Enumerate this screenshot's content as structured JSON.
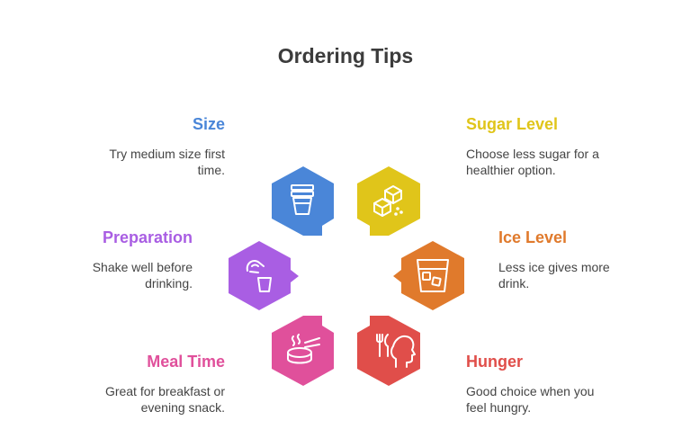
{
  "title": "Ordering Tips",
  "tips": [
    {
      "heading": "Size",
      "line1": "Try medium size first",
      "line2": "time.",
      "color": "#4a86d8",
      "icon": "cups-stack-icon"
    },
    {
      "heading": "Sugar Level",
      "line1": "Choose less sugar for a",
      "line2": "healthier option.",
      "color": "#e0c51a",
      "icon": "sugar-cubes-icon"
    },
    {
      "heading": "Preparation",
      "line1": "Shake well before",
      "line2": "drinking.",
      "color": "#a95ee3",
      "icon": "shaking-hand-cup-icon"
    },
    {
      "heading": "Ice Level",
      "line1": "Less ice gives more",
      "line2": "drink.",
      "color": "#e07a2c",
      "icon": "ice-cup-icon"
    },
    {
      "heading": "Meal Time",
      "line1": "Great for breakfast or",
      "line2": "evening snack.",
      "color": "#e0509b",
      "icon": "breakfast-bowl-icon"
    },
    {
      "heading": "Hunger",
      "line1": "Good choice when you",
      "line2": "feel hungry.",
      "color": "#e04e4a",
      "icon": "hungry-head-icon"
    }
  ]
}
